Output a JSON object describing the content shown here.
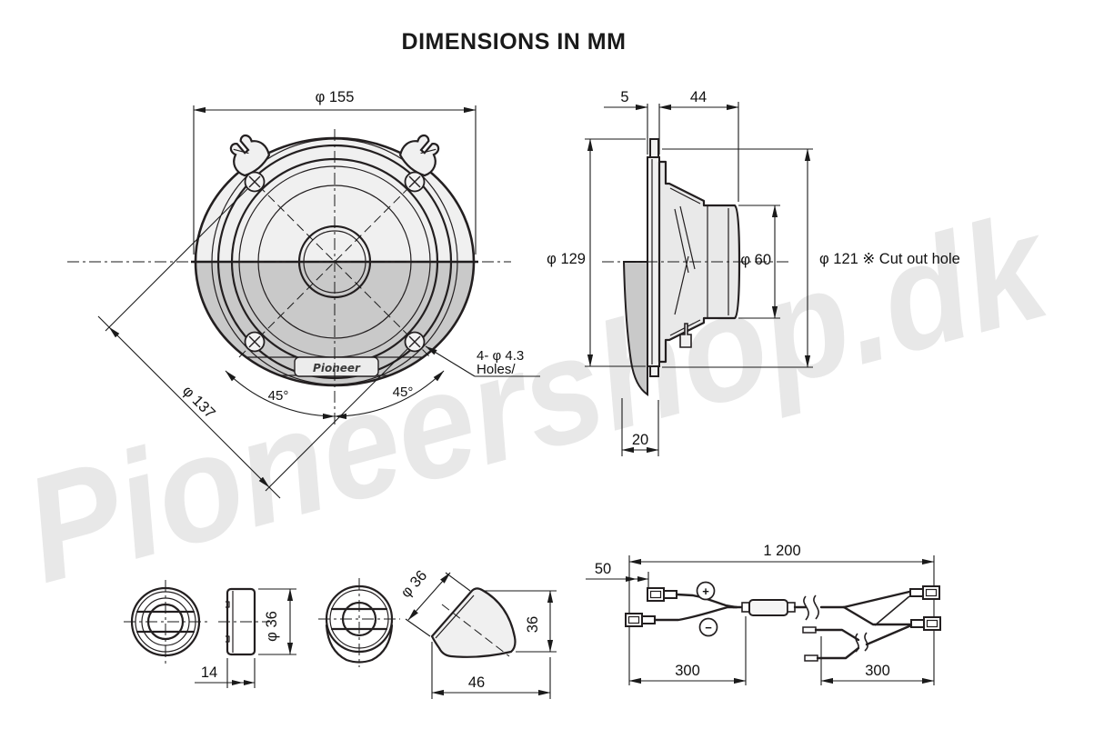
{
  "title": "DIMENSIONS IN MM",
  "watermark": "Pioneershop.dk",
  "front_view": {
    "overall_diameter": "φ 155",
    "bolt_circle_diameter": "φ 137",
    "angle_left": "45°",
    "angle_right": "45°",
    "holes_count": "4- φ 4.3",
    "holes_word": "Holes/",
    "logo": "Pioneer"
  },
  "side_view": {
    "flange_thickness": "5",
    "mounting_depth": "44",
    "frame_diameter": "φ 129",
    "magnet_diameter": "φ 60",
    "cutout_note": "φ 121 ※ Cut out hole",
    "front_protrusion": "20"
  },
  "tweeter": {
    "depth": "14",
    "diameter": "φ 36"
  },
  "angled_tweeter": {
    "face_diameter": "φ 36",
    "height": "36",
    "length": "46"
  },
  "wiring": {
    "total_length": "1 200",
    "lead_length": "50",
    "left_branch_length": "300",
    "right_branch_length": "300",
    "plus": "+",
    "minus": "−"
  },
  "colors": {
    "line": "#231f20",
    "fill_light": "#f0f0f0",
    "fill_mid": "#e9e9e9",
    "fill_dark": "#c9c9c9",
    "watermark": "#e8e8e8",
    "background": "#ffffff"
  }
}
